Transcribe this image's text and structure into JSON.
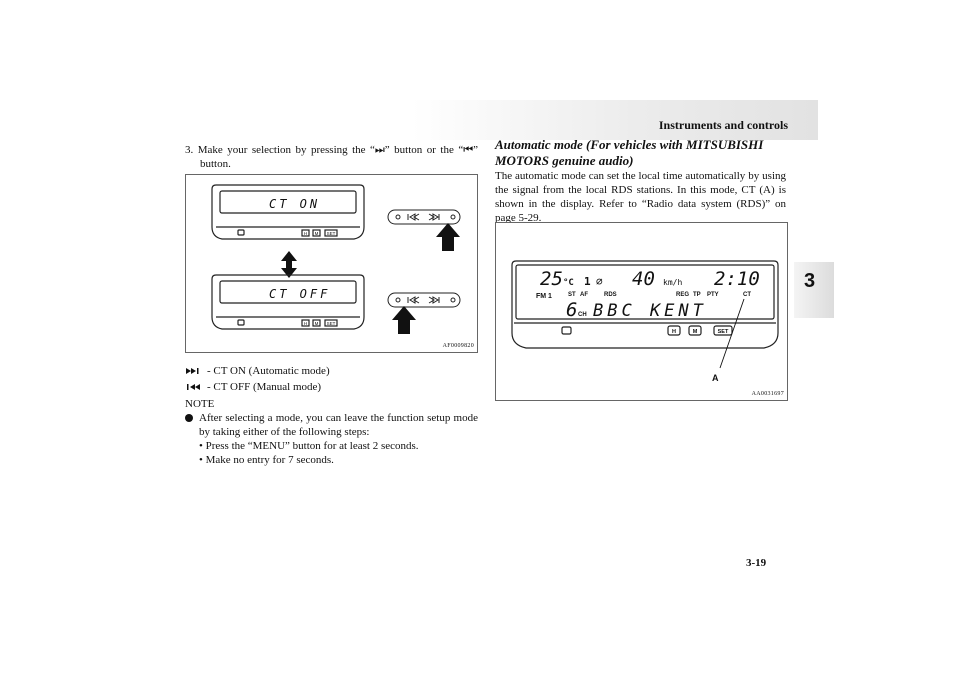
{
  "header": {
    "title": "Instruments and controls"
  },
  "chapter_tab": "3",
  "page_number": "3-19",
  "left": {
    "step_text": "3. Make your selection by pressing the “⏭” button or the “⏮” button.",
    "figure1": {
      "code": "AF0009820",
      "display_top": "CT ON",
      "display_bottom": "CT OFF",
      "btn_h": "H",
      "btn_m": "M",
      "btn_set": "SET"
    },
    "legend": [
      {
        "icon": "next-track-icon",
        "text": "-  CT ON (Automatic mode)"
      },
      {
        "icon": "prev-track-icon",
        "text": "-  CT OFF (Manual mode)"
      }
    ],
    "note": {
      "title": "NOTE",
      "bullet": "After selecting a mode, you can leave the function setup mode by taking either of the following steps:",
      "subs": [
        "• Press the “MENU” button for at least 2 seconds.",
        "• Make no entry for 7 seconds."
      ]
    }
  },
  "right": {
    "heading": "Automatic mode (For vehicles with MITSUBISHI MOTORS genuine audio)",
    "para": "The automatic mode can set the local time automatically by using the signal from the local RDS stations. In this mode, CT (A) is shown in the display. Refer to “Radio data system (RDS)” on page 5-29.",
    "figure2": {
      "code": "AA0031697",
      "temp": "25",
      "temp_unit": "°C",
      "fan": "1",
      "fan_sym": "∅",
      "speed": "40",
      "speed_unit": "km/h",
      "clock": "2:10",
      "band": "FM 1",
      "st": "ST",
      "af": "AF",
      "rds": "RDS",
      "reg": "REG",
      "tp": "TP",
      "pty": "PTY",
      "ct": "CT",
      "channel": "6",
      "ch": "CH",
      "station": "BBC KENT",
      "btn_h": "H",
      "btn_m": "M",
      "btn_set": "SET",
      "callout": "A"
    }
  }
}
